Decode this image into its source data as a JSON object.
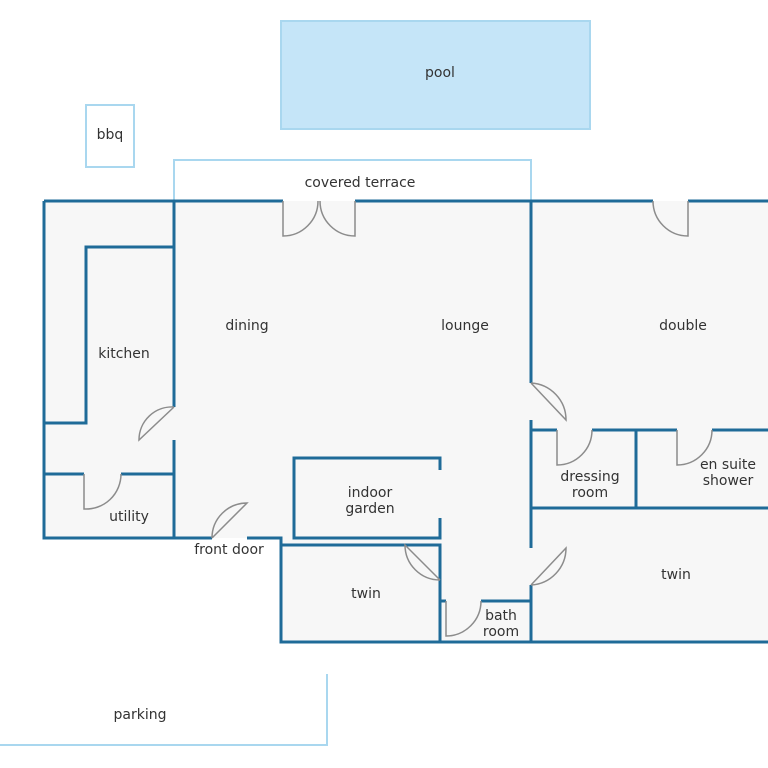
{
  "colors": {
    "wall": "#1f6b98",
    "outline_light": "#a9d7ef",
    "pool_fill": "#c5e5f8",
    "floor_fill": "#f7f7f7",
    "door_swing": "#8c8c8c",
    "label": "#333333"
  },
  "labels": {
    "pool": "pool",
    "bbq": "bbq",
    "covered_terrace": "covered terrace",
    "kitchen": "kitchen",
    "dining": "dining",
    "lounge": "lounge",
    "double": "double",
    "utility": "utility",
    "front_door": "front door",
    "indoor_garden_1": "indoor",
    "indoor_garden_2": "garden",
    "dressing_room_1": "dressing",
    "dressing_room_2": "room",
    "en_suite_1": "en suite",
    "en_suite_2": "shower",
    "twin_front": "twin",
    "bath_room_1": "bath",
    "bath_room_2": "room",
    "twin_rear": "twin",
    "parking": "parking"
  }
}
